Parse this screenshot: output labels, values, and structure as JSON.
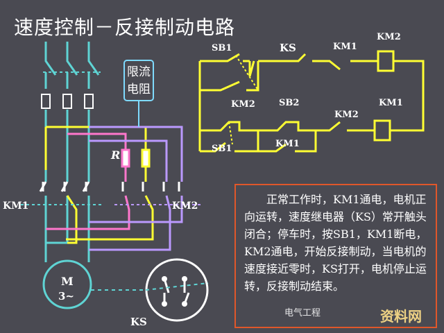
{
  "title": "速度控制－反接制动电路",
  "resistor_box": {
    "line1": "限流",
    "line2": "电阻"
  },
  "main_circuit": {
    "resistor_label": "R",
    "km1": "KM1",
    "km2": "KM2",
    "motor": {
      "line1": "M",
      "line2": "3~"
    },
    "speed_relay": "KS"
  },
  "control_circuit": {
    "sb1_top": "SB1",
    "ks": "KS",
    "km1_contact": "KM1",
    "km2_coil": "KM2",
    "km2_contact_left": "KM2",
    "sb2": "SB2",
    "km2_contact_mid": "KM2",
    "km1_coil": "KM1",
    "sb1_bottom": "SB1",
    "km1_contact_bottom": "KM1"
  },
  "description": "正常工作时，KM1通电，电机正向运转，速度继电器（KS）常开触头闭合；停车时，按SB1，KM1断电，KM2通电，开始反接制动，当电机的速度接近零时，KS打开，电机停止运转，反接制动结束。",
  "watermark": {
    "left": "电气工程",
    "right": "资料网"
  },
  "colors": {
    "background": "#4a4a52",
    "phase": "#5fd4d4",
    "yellow": "#ffff33",
    "pink": "#ff77cc",
    "purple": "#bb99ff",
    "text_border": "#e0572a"
  }
}
